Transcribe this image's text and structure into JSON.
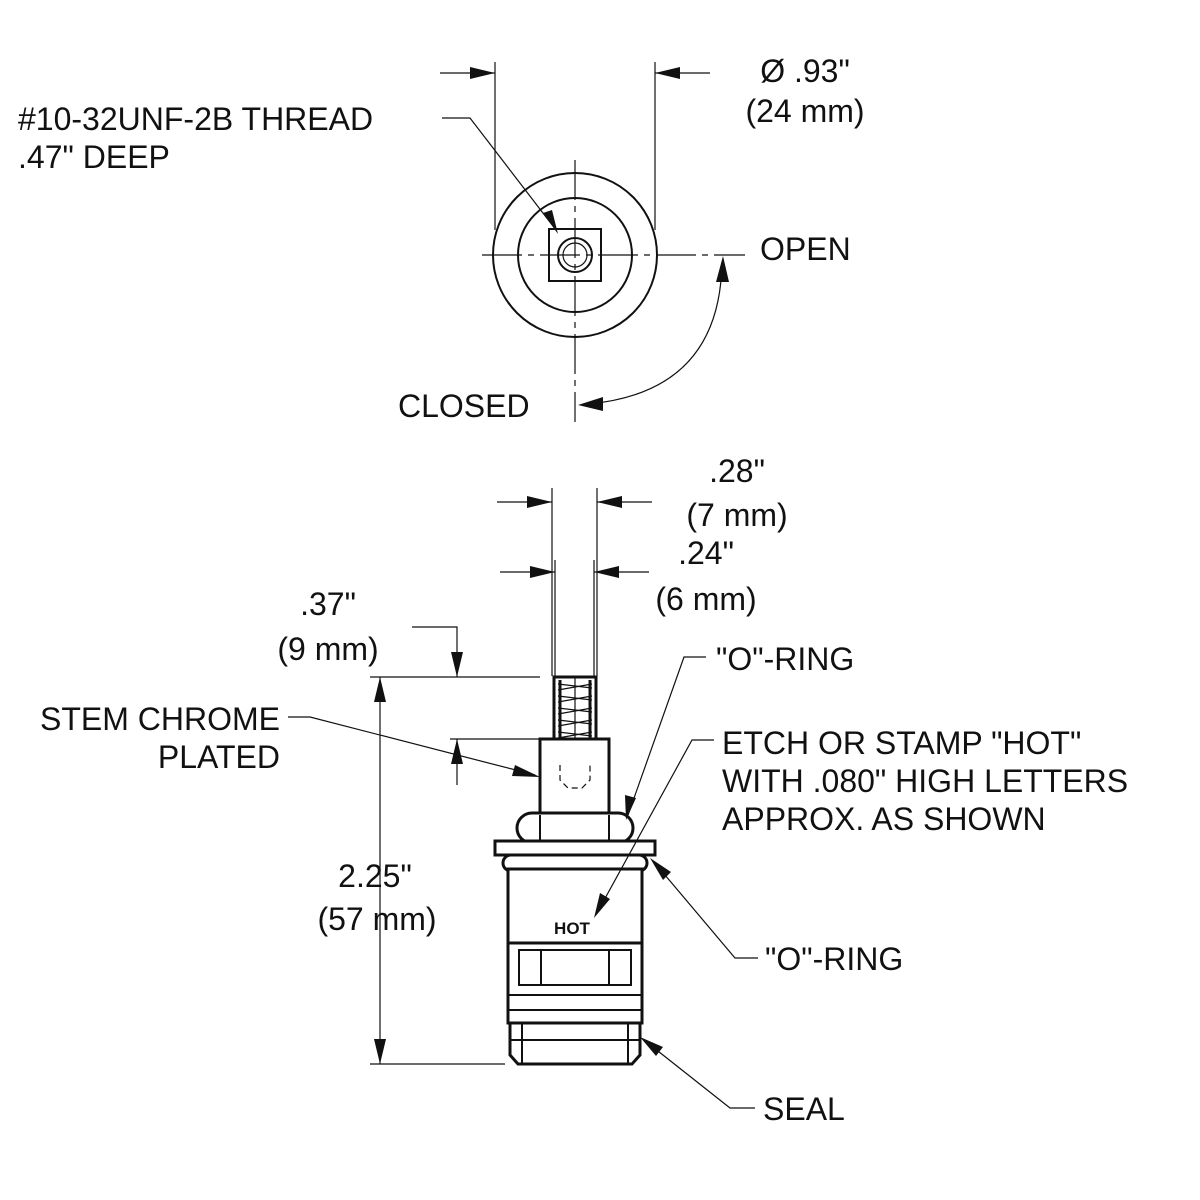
{
  "top_view": {
    "thread_callout": [
      "#10-32UNF-2B THREAD",
      ".47\" DEEP"
    ],
    "diameter": [
      "Ø .93\"",
      "(24 mm)"
    ],
    "open_label": "OPEN",
    "closed_label": "CLOSED"
  },
  "side_view": {
    "stem_outer_width": [
      ".28\"",
      "(7 mm)"
    ],
    "stem_inner_width": [
      ".24\"",
      "(6 mm)"
    ],
    "spline_length": [
      ".37\"",
      "(9 mm)"
    ],
    "overall_length": [
      "2.25\"",
      "(57 mm)"
    ],
    "stem_note": [
      "STEM CHROME",
      "PLATED"
    ],
    "upper_oring": "\"O\"-RING",
    "etch_note": [
      "ETCH OR STAMP \"HOT\"",
      "WITH .080\" HIGH LETTERS",
      "APPROX. AS SHOWN"
    ],
    "hot_mark": "HOT",
    "lower_oring": "\"O\"-RING",
    "seal": "SEAL"
  }
}
